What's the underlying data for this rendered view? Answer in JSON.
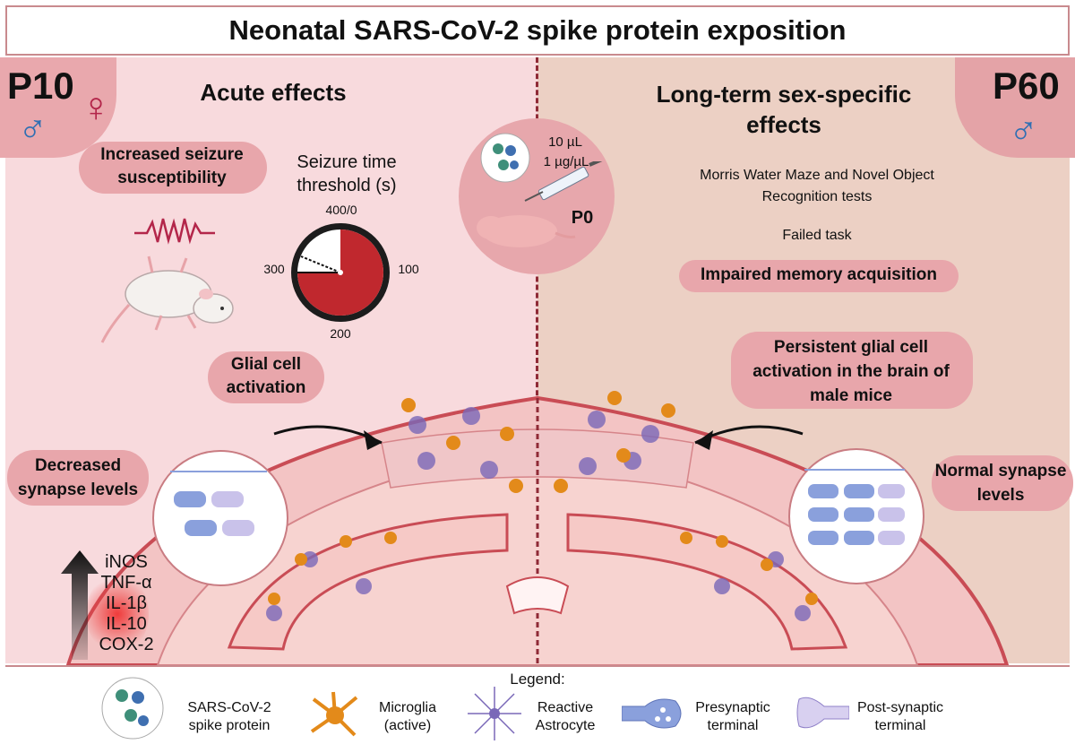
{
  "title": "Neonatal SARS-CoV-2 spike protein exposition",
  "left": {
    "age": "P10",
    "heading": "Acute effects",
    "seizure_label": "Increased seizure susceptibility",
    "seizure_chart_title": "Seizure time threshold (s)",
    "clock_ticks": [
      "400/0",
      "100",
      "200",
      "300"
    ],
    "glial_label": "Glial cell activation",
    "synapse_label": "Decreased synapse levels",
    "cytokines": [
      "iNOS",
      "TNF-α",
      "IL-1β",
      "IL-10",
      "COX-2"
    ]
  },
  "injection": {
    "volume": "10 µL",
    "concentration": "1 µg/µL",
    "age": "P0"
  },
  "right": {
    "age": "P60",
    "heading": "Long-term sex-specific effects",
    "tests": "Morris Water Maze and Novel Object Recognition tests",
    "result": "Failed task",
    "memory_label": "Impaired memory acquisition",
    "glial_label": "Persistent glial cell activation in the brain of male mice",
    "synapse_label": "Normal synapse levels"
  },
  "legend": {
    "title": "Legend:",
    "spike": "SARS-CoV-2 spike protein",
    "microglia": "Microglia (active)",
    "astrocyte": "Reactive Astrocyte",
    "presynaptic": "Presynaptic terminal",
    "postsynaptic": "Post-synaptic terminal"
  },
  "colors": {
    "left_bg": "#f8dadd",
    "right_bg": "#ecd0c4",
    "label_blob": "#e8a6ab",
    "clock_fill": "#c0282e",
    "male_symbol": "#2f6fb3",
    "female_symbol": "#b3264a",
    "microglia": "#e38a1a",
    "astrocyte": "#7a68b8",
    "synapse": "#8aa0dc"
  }
}
